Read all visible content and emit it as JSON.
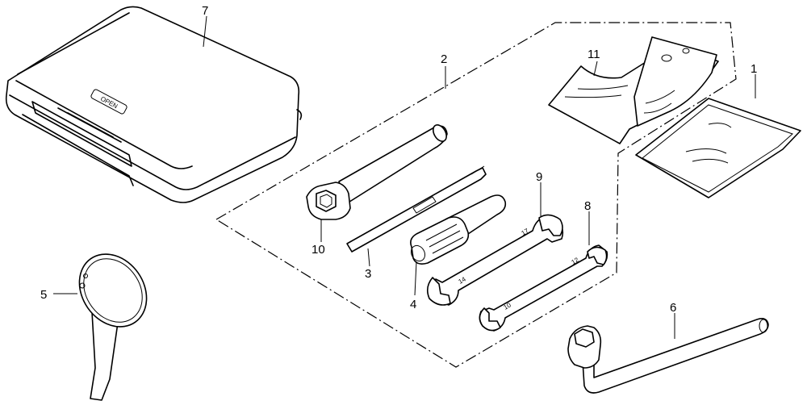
{
  "parts": [
    {
      "ref": "7"
    },
    {
      "ref": "2"
    },
    {
      "ref": "11"
    },
    {
      "ref": "1"
    },
    {
      "ref": "9"
    },
    {
      "ref": "8"
    },
    {
      "ref": "10"
    },
    {
      "ref": "3"
    },
    {
      "ref": "4"
    },
    {
      "ref": "5"
    },
    {
      "ref": "6"
    }
  ],
  "case_stamp": "OPEN",
  "wrench_9_sizes": [
    "17",
    "14"
  ],
  "wrench_8_sizes": [
    "12",
    "10"
  ]
}
